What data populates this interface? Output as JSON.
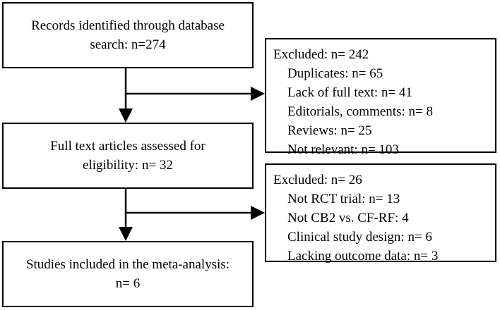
{
  "boxes": {
    "records": {
      "line1": "Records identified through database",
      "line2": "search: n=274"
    },
    "fulltext": {
      "line1": "Full text articles assessed for",
      "line2": "eligibility: n= 32"
    },
    "included": {
      "line1": "Studies included in the meta-analysis:",
      "line2": "n= 6"
    }
  },
  "excluded1": {
    "title": "Excluded: n= 242",
    "items": [
      "Duplicates: n= 65",
      "Lack of full text: n= 41",
      "Editorials, comments: n= 8",
      "Reviews: n= 25",
      "Not relevant: n= 103"
    ]
  },
  "excluded2": {
    "title": "Excluded: n= 26",
    "items": [
      "Not RCT trial: n= 13",
      "Not CB2 vs. CF-RF: 4",
      "Clinical study design: n= 6",
      "Lacking outcome data: n= 3"
    ]
  }
}
